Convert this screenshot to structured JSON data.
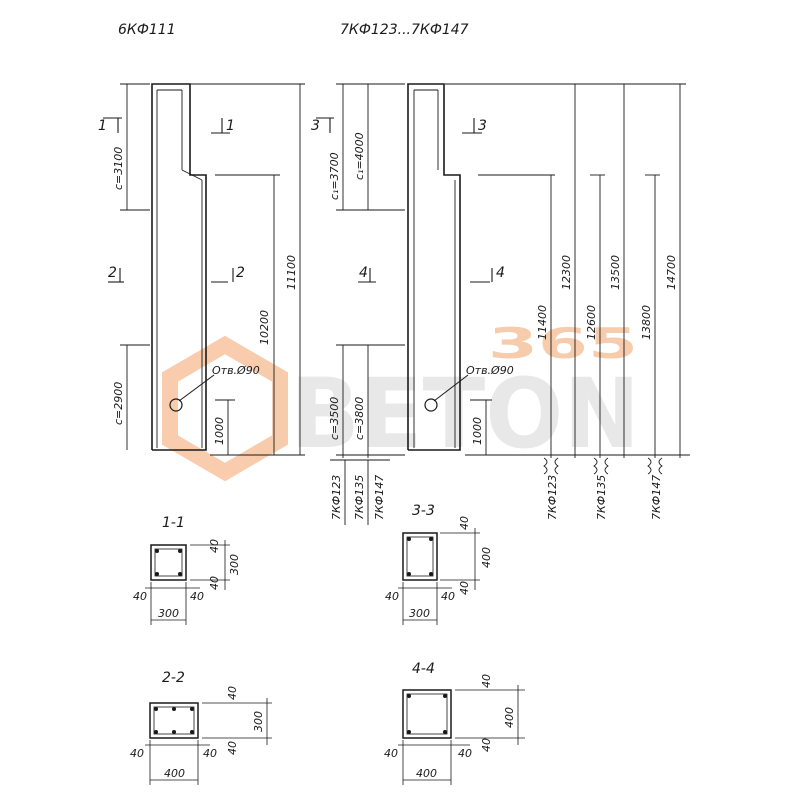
{
  "titles": {
    "left_block": "6КФ111",
    "right_block": "7КФ123...7КФ147"
  },
  "section_markers": {
    "left": [
      "1",
      "2"
    ],
    "right": [
      "3",
      "4"
    ]
  },
  "left_column": {
    "dims": {
      "top_consol": "c=3100",
      "bottom_consol": "c=2900",
      "height_mid": "10200",
      "height_total": "11100",
      "hole_height": "1000"
    },
    "hole_label": "Отв.Ø90"
  },
  "right_column": {
    "dims": {
      "top_c1": "c₁=3700",
      "top_c2": "c₁=4000",
      "bot_c1": "c=3500",
      "bot_c2": "c=3800",
      "hole_height": "1000",
      "h_11400": "11400",
      "h_12300": "12300",
      "h_12600": "12600",
      "h_13500": "13500",
      "h_13800": "13800",
      "h_14700": "14700"
    },
    "hole_label": "Отв.Ø90",
    "marks": [
      "7КФ123",
      "7КФ135",
      "7КФ147"
    ],
    "bottom_marks": [
      "7КФ123",
      "7КФ135",
      "7КФ147"
    ]
  },
  "sections": [
    {
      "title": "1-1",
      "w": "300",
      "h": "300",
      "a": "40",
      "b": "40",
      "c": "40",
      "d": "40"
    },
    {
      "title": "3-3",
      "w": "300",
      "h": "400",
      "a": "40",
      "b": "40",
      "c": "40",
      "d": "40"
    },
    {
      "title": "2-2",
      "w": "400",
      "h": "300",
      "a": "40",
      "b": "40",
      "c": "40",
      "d": "40"
    },
    {
      "title": "4-4",
      "w": "400",
      "h": "400",
      "a": "40",
      "b": "40",
      "c": "40",
      "d": "40"
    }
  ],
  "watermark": {
    "brand": "BETON",
    "number": "365",
    "color_orange": "#f2a36a",
    "color_grey": "#cfcfcf"
  }
}
